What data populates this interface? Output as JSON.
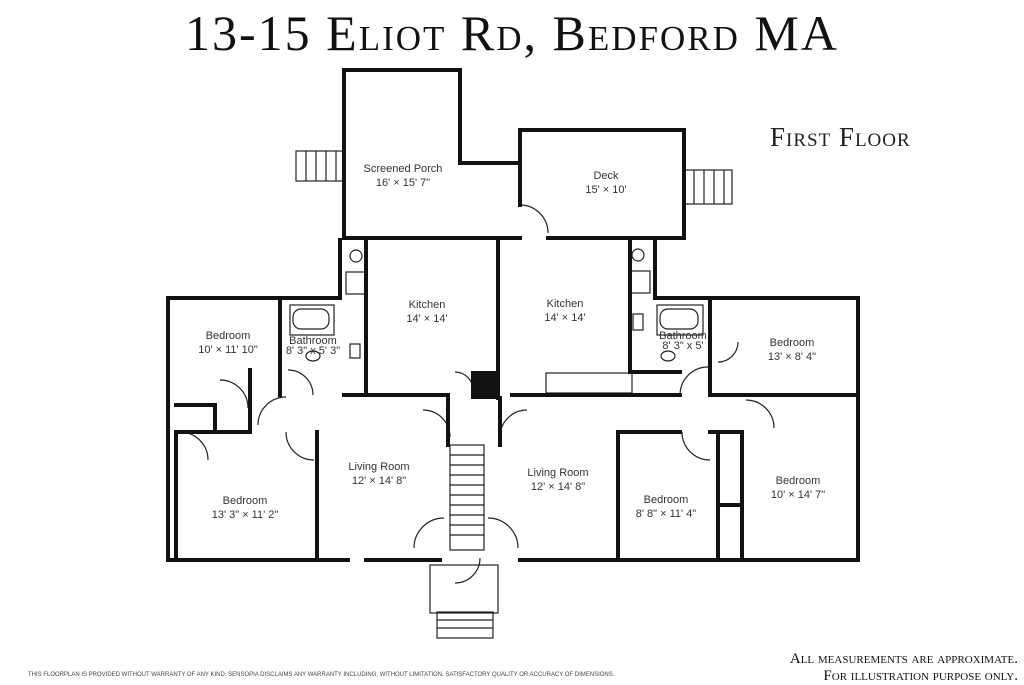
{
  "title": "13-15 Eliot Rd, Bedford MA",
  "floor_label": "First Floor",
  "rooms": [
    {
      "name": "Screened Porch",
      "dims": "16' × 15' 7\""
    },
    {
      "name": "Deck",
      "dims": "15' × 10'"
    },
    {
      "name": "Kitchen",
      "dims": "14' × 14'"
    },
    {
      "name": "Kitchen",
      "dims": "14' × 14'"
    },
    {
      "name": "Bedroom",
      "dims": "10' × 11' 10\""
    },
    {
      "name": "Bathroom",
      "dims": "8' 3\" x 5' 3\""
    },
    {
      "name": "Bathroom",
      "dims": "8' 3\" x 5'"
    },
    {
      "name": "Bedroom",
      "dims": "13' × 8' 4\""
    },
    {
      "name": "Living Room",
      "dims": "12' × 14' 8\""
    },
    {
      "name": "Living Room",
      "dims": "12' × 14' 8\""
    },
    {
      "name": "Bedroom",
      "dims": "13' 3\" × 11' 2\""
    },
    {
      "name": "Bedroom",
      "dims": "8' 8\" × 11' 4\""
    },
    {
      "name": "Bedroom",
      "dims": "10' × 14' 7\""
    }
  ],
  "footer": {
    "disclaimer": "THIS FLOORPLAN IS PROVIDED WITHOUT WARRANTY OF ANY KIND. SENSOPIA DISCLAIMS ANY WARRANTY INCLUDING, WITHOUT LIMITATION, SATISFACTORY QUALITY OR ACCURACY OF DIMENSIONS.",
    "approx_line1": "All measurements are approximate.",
    "approx_line2": "For illustration purpose only."
  }
}
